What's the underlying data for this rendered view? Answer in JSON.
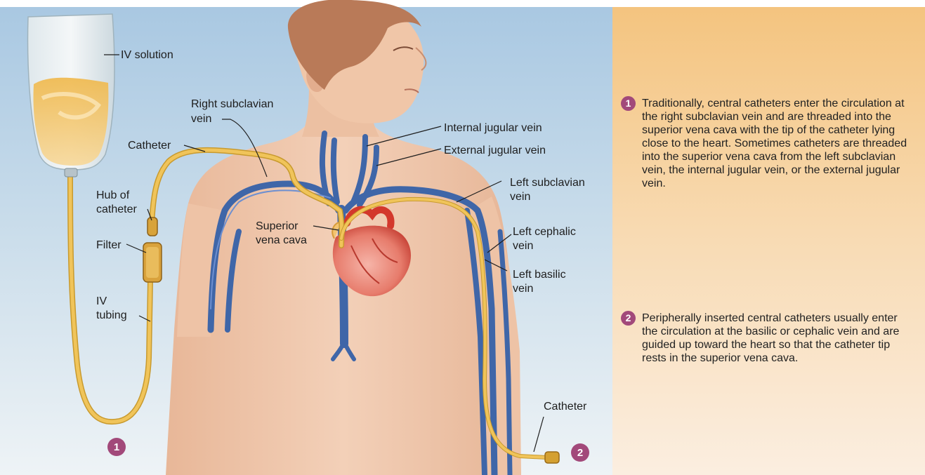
{
  "labels": {
    "iv_solution": "IV solution",
    "catheter_top": "Catheter",
    "hub_line1": "Hub of",
    "hub_line2": "catheter",
    "filter": "Filter",
    "iv_tubing_line1": "IV",
    "iv_tubing_line2": "tubing",
    "right_subclavian_line1": "Right subclavian",
    "right_subclavian_line2": "vein",
    "internal_jugular": "Internal jugular vein",
    "external_jugular": "External jugular vein",
    "left_subclavian_line1": "Left subclavian",
    "left_subclavian_line2": "vein",
    "superior_vena_cava_line1": "Superior",
    "superior_vena_cava_line2": "vena cava",
    "left_cephalic_line1": "Left cephalic",
    "left_cephalic_line2": "vein",
    "left_basilic_line1": "Left basilic",
    "left_basilic_line2": "vein",
    "catheter_arm": "Catheter"
  },
  "markers": {
    "route1": "1",
    "route2": "2"
  },
  "notes": [
    {
      "number": "1",
      "text": "Traditionally, central catheters enter the circulation at the right subclavian vein and are threaded into the superior vena cava with the tip of the catheter lying close to the heart. Sometimes catheters are threaded into the superior vena cava from the left subclavian vein, the internal jugular vein, or the external jugular vein."
    },
    {
      "number": "2",
      "text": "Peripherally inserted central catheters usually enter the circulation at the basilic or cephalic vein and are guided up toward the heart so that the catheter tip rests in the superior vena cava."
    }
  ],
  "colors": {
    "sky": "#c9dbe9",
    "panel": "#f6c888",
    "skin": "#f0c9ae",
    "vein": "#3f66a8",
    "catheter": "#f0c45a",
    "heart": "#d94a3a",
    "marker": "#a2497a"
  }
}
